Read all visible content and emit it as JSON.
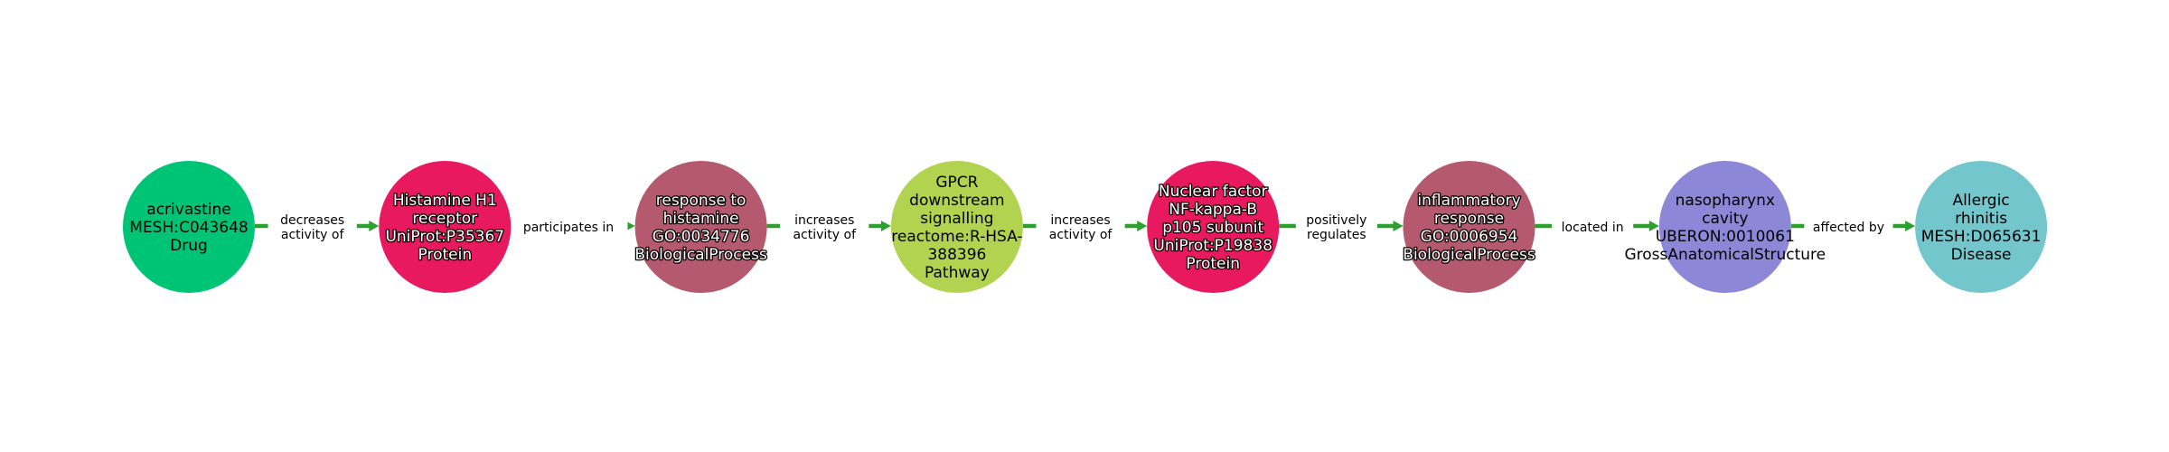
{
  "graph": {
    "edge_color": "#2ca02c",
    "nodes": [
      {
        "lines": [
          "acrivastine",
          "MESH:C043648",
          "Drug"
        ],
        "category": "Drug",
        "color": "#00c475",
        "text_style": "dark"
      },
      {
        "lines": [
          "Histamine H1",
          "receptor",
          "UniProt:P35367",
          "Protein"
        ],
        "category": "Protein",
        "color": "#e8195f",
        "text_style": "light"
      },
      {
        "lines": [
          "response to",
          "histamine",
          "GO:0034776",
          "BiologicalProcess"
        ],
        "category": "BiologicalProcess",
        "color": "#b55a6e",
        "text_style": "light"
      },
      {
        "lines": [
          "GPCR",
          "downstream",
          "signalling",
          "reactome:R-HSA-",
          "388396",
          "Pathway"
        ],
        "category": "Pathway",
        "color": "#b2d350",
        "text_style": "dark"
      },
      {
        "lines": [
          "Nuclear factor",
          "NF-kappa-B",
          "p105 subunit",
          "UniProt:P19838",
          "Protein"
        ],
        "category": "Protein",
        "color": "#e8195f",
        "text_style": "light"
      },
      {
        "lines": [
          "inflammatory",
          "response",
          "GO:0006954",
          "BiologicalProcess"
        ],
        "category": "BiologicalProcess",
        "color": "#b55a6e",
        "text_style": "light"
      },
      {
        "lines": [
          "nasopharynx",
          "cavity",
          "UBERON:0010061",
          "GrossAnatomicalStructure"
        ],
        "category": "GrossAnatomicalStructure",
        "color": "#8c87d6",
        "text_style": "dark"
      },
      {
        "lines": [
          "Allergic",
          "rhinitis",
          "MESH:D065631",
          "Disease"
        ],
        "category": "Disease",
        "color": "#72c6cc",
        "text_style": "dark"
      }
    ],
    "edges": [
      {
        "from": 0,
        "to": 1,
        "lines": [
          "decreases",
          "activity of"
        ]
      },
      {
        "from": 1,
        "to": 2,
        "lines": [
          "participates in"
        ]
      },
      {
        "from": 2,
        "to": 3,
        "lines": [
          "increases",
          "activity of"
        ]
      },
      {
        "from": 3,
        "to": 4,
        "lines": [
          "increases",
          "activity of"
        ]
      },
      {
        "from": 4,
        "to": 5,
        "lines": [
          "positively",
          "regulates"
        ]
      },
      {
        "from": 5,
        "to": 6,
        "lines": [
          "located in"
        ]
      },
      {
        "from": 6,
        "to": 7,
        "lines": [
          "affected by"
        ]
      }
    ]
  }
}
